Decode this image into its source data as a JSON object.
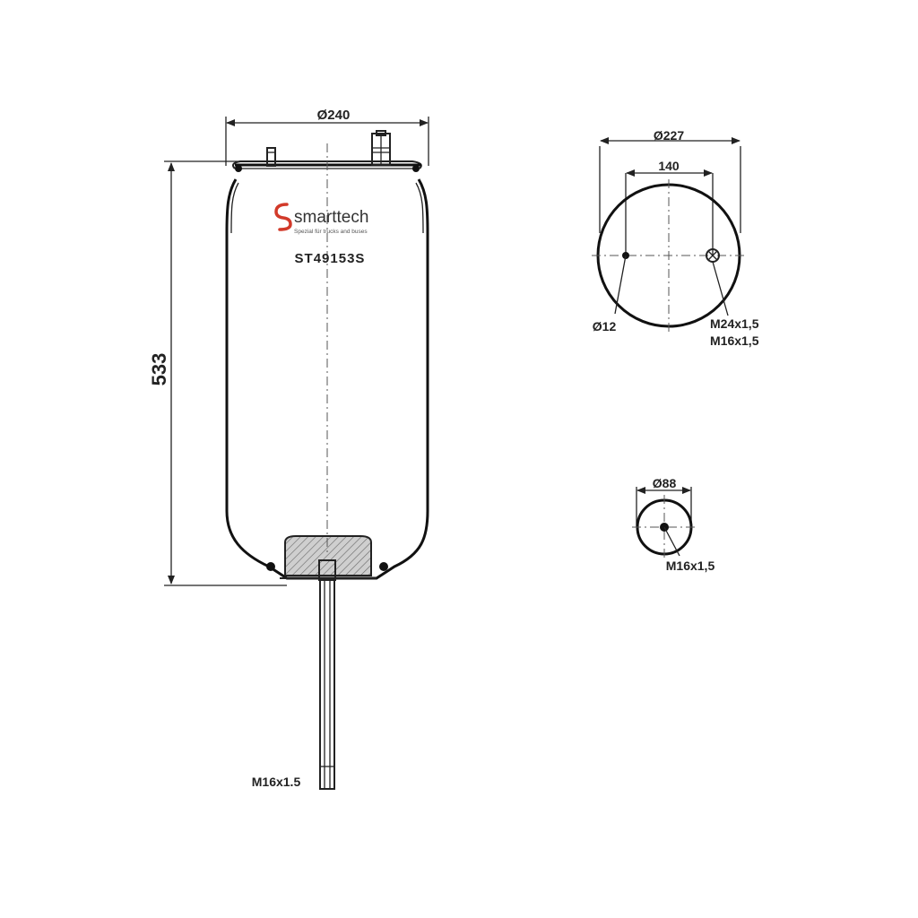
{
  "main_view": {
    "width_label": "Ø240",
    "height_label": "533",
    "bottom_thread_label": "M16x1.5",
    "part_number": "ST49153S",
    "logo": {
      "brand": "smarttech",
      "tagline": "Spezial für trucks and buses"
    }
  },
  "top_plate_view": {
    "outer_diameter_label": "Ø227",
    "bolt_spacing_label": "140",
    "pin_label": "Ø12",
    "air_port_label": "M24x1,5",
    "stud_label": "M16x1,5"
  },
  "bottom_plate_view": {
    "diameter_label": "Ø88",
    "thread_label": "M16x1,5"
  },
  "colors": {
    "line": "#222222",
    "logo_red": "#d23a2a",
    "logo_dark": "#333333",
    "piston_fill": "#bfbfbf"
  }
}
